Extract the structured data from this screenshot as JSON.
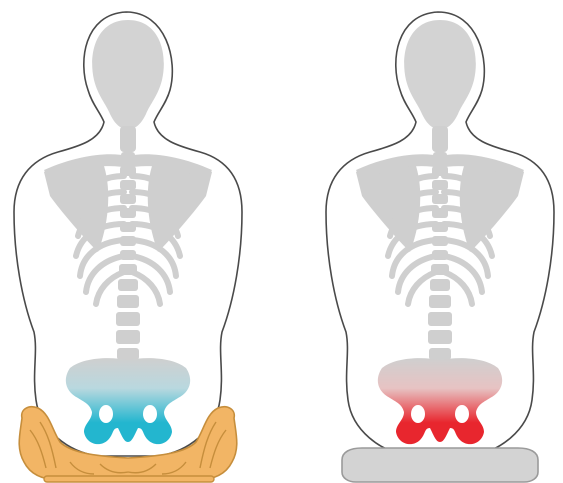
{
  "colors": {
    "background": "#ffffff",
    "body_outline": "#4a4a4a",
    "skeleton": "#cfcfcf",
    "cushion_fill": "#f2b565",
    "cushion_outline": "#c68e3c",
    "flat_seat_fill": "#d3d3d3",
    "flat_seat_outline": "#9a9a9a",
    "pelvis_supported_color": "#23b6cf",
    "pelvis_pressured_color": "#e8262e"
  },
  "figures": [
    {
      "name": "left",
      "seat": "contoured-cushion",
      "pelvis_highlight": "blue"
    },
    {
      "name": "right",
      "seat": "flat-seat",
      "pelvis_highlight": "red"
    }
  ]
}
